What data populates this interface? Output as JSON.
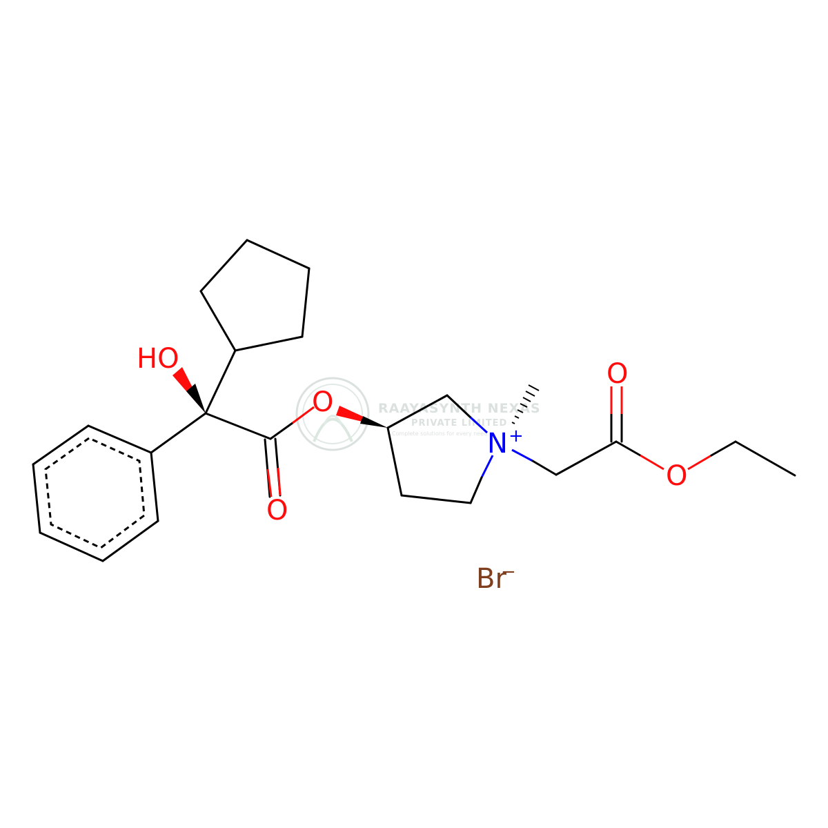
{
  "colors": {
    "bond": "#000000",
    "oxygen": "#FF0D0D",
    "nitrogen": "#0000FF",
    "bromine": "#7F3F1F",
    "watermark": "#BFC9C4"
  },
  "atoms": {
    "hydroxyl": "HO",
    "ester_o_ring": "O",
    "carbonyl_o_left": "O",
    "nitrogen": "N",
    "nitrogen_charge": "+",
    "carbonyl_o_right": "O",
    "ester_o_right": "O",
    "bromide": "Br",
    "bromide_charge": "−"
  },
  "watermark": {
    "name": "RAAYASYNTH NEXAS",
    "line2": "PRIVATE LIMITED",
    "tagline": "Complete solutions for every need"
  }
}
